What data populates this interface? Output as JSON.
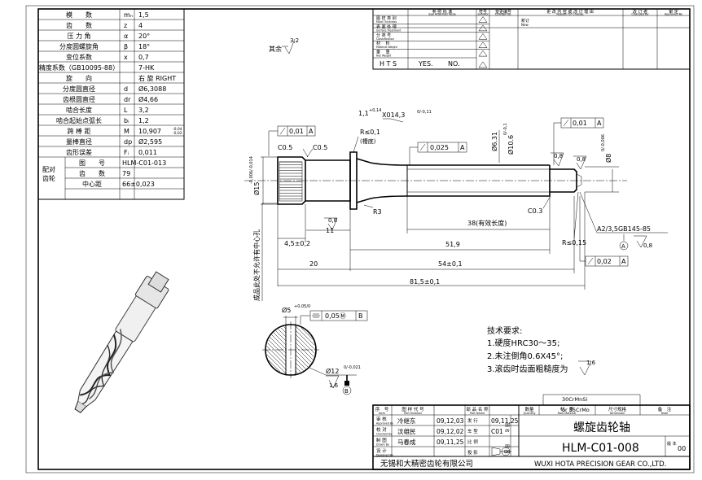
{
  "param_table": {
    "rows": [
      {
        "name": "模　　数",
        "sym": "mₙ",
        "val": "1,5"
      },
      {
        "name": "齿　　数",
        "sym": "z",
        "val": "4"
      },
      {
        "name": "压 力 角",
        "sym": "α",
        "val": "20°"
      },
      {
        "name": "分度圆螺旋角",
        "sym": "β",
        "val": "18°"
      },
      {
        "name": "变位系数",
        "sym": "x",
        "val": "0,7"
      },
      {
        "name": "精度系数（GB10095-88）",
        "sym": "",
        "val": "7-HK"
      },
      {
        "name": "旋　　向",
        "sym": "",
        "val": "右 旋 RIGHT"
      },
      {
        "name": "分度圆直径",
        "sym": "d",
        "val": "Ø6,3088"
      },
      {
        "name": "齿根圆直径",
        "sym": "dr",
        "val": "Ø4,66"
      },
      {
        "name": "啮合长度",
        "sym": "L",
        "val": "3,2"
      },
      {
        "name": "啮合起始点弧长",
        "sym": "bᵢ",
        "val": "1,2"
      },
      {
        "name": "跨 棒 距",
        "sym": "M",
        "val": "10,907"
      },
      {
        "name": "量棒直径",
        "sym": "dp",
        "val": "Ø2,595"
      },
      {
        "name": "齿形误差",
        "sym": "Fᵢ",
        "val": "0,011"
      }
    ],
    "mate_group": "配对齿轮",
    "mate_rows": [
      {
        "name": "图　　号",
        "val": "HLM-C01-013"
      },
      {
        "name": "齿　　数",
        "val": "79"
      },
      {
        "name": "中心距",
        "val": "66±0,023"
      }
    ],
    "m_tol_upper": "-0,04",
    "m_tol_lower": "-0,02"
  },
  "rev_table": {
    "rows": [
      {
        "label": "图 样 类 别",
        "en": "Mold Thickness"
      },
      {
        "label": "表 面 处 理",
        "en": "Surface Treatment"
      },
      {
        "label": "分 类 号",
        "en": "Classification"
      },
      {
        "label": "材 　料",
        "en": "Material Weight"
      },
      {
        "label": "重 　量",
        "en": "Net Weight"
      }
    ],
    "h1_cn": "参 照 标 准",
    "h1_en": "See Attached Table",
    "h2_cn": "符号",
    "h2_en": "Symbol",
    "h3_cn": "变更编号",
    "h3_en": "Change No.",
    "h4_cn": "更 改 内 容 或 改 订 理 由",
    "h4_en": "Reason for Change",
    "h5_cn": "改 订 者",
    "h5_en": "Changed By",
    "h6_cn": "审 定",
    "h6_en": "Approved By",
    "new_cn": "新订",
    "new_en": "New",
    "hts": "H T S",
    "yes": "YES.",
    "no": "NO."
  },
  "surface_note": "其余",
  "surface_val": "3,2",
  "dims": {
    "top_thread": "1,1",
    "top_thread_tol": "+0,14",
    "top_thread_b": "X014,3",
    "top_thread_b_tol": "0/-0,11",
    "gtol_left": "0,01",
    "gtol_left_ref": "A",
    "groove": "R≤0,1",
    "groove_note": "(槽底)",
    "c05a": "C0.5",
    "c05b": "C0.5",
    "gtol_mid": "0,025",
    "gtol_mid_ref": "A",
    "d631": "Ø6.31",
    "d109": "Ø10.6",
    "d109_tol": "0/-0,1",
    "gtol_right": "0,01",
    "gtol_right_ref": "A",
    "r08a": "0,8",
    "r08b": "0,8",
    "d8": "Ø8",
    "d8_tol": "0/-0,006",
    "d15": "Ø15",
    "d15_tol": "-0,006/-0,014",
    "r3": "R3",
    "r08c": "0,8",
    "len11": "11",
    "len38": "38(有效长度)",
    "c03": "C0.3",
    "center_hole": "A2/3,5GB145-85",
    "r015": "R≤0,15",
    "r08d": "0,8",
    "len45": "4,5±0,2",
    "len519": "51,9",
    "len20": "20",
    "len54": "54±0,1",
    "gtol_bottom": "0,02",
    "gtol_bottom_ref": "A",
    "len815": "81,5±0,1",
    "vert_note": "成品此处不允许有中心孔",
    "d5": "Ø5",
    "d5_tol": "+0,05/0",
    "sym_tol": "0,05Ⓜ",
    "sym_ref": "B",
    "d12": "Ø12",
    "d12_tol": "0/-0,021",
    "sec_rough": "1,6",
    "datum_b": "B",
    "datum_a": "A"
  },
  "tech": {
    "title": "技术要求:",
    "items": [
      "1.硬度HRC30～35;",
      "2.未注倒角0.6X45°;",
      "3.滚齿时齿面粗糙度为"
    ],
    "rough": "1,6"
  },
  "title_block": {
    "material_a": "30CrMnSi",
    "material_b": "or 35CrMo",
    "hdr": [
      {
        "cn": "序　号",
        "en": "Item"
      },
      {
        "cn": "图 样 代 号",
        "en": "Part Number"
      },
      {
        "cn": "部 品 名 称",
        "en": "Part Name"
      },
      {
        "cn": "数量",
        "en": "Quantity"
      },
      {
        "cn": "材　质",
        "en": "Raw Material"
      },
      {
        "cn": "尺寸规格",
        "en": "Dimension"
      },
      {
        "cn": "备　注",
        "en": "Note"
      }
    ],
    "people": [
      {
        "role": "审 核",
        "en": "Approved By",
        "name": "冷继东",
        "date": "09,12,03"
      },
      {
        "role": "校 对",
        "en": "Checked By",
        "name": "汶雄民",
        "date": "09,12,02"
      },
      {
        "role": "制 图",
        "en": "Drawn By",
        "name": "马春成",
        "date": "09,11,25"
      },
      {
        "role": "设 计",
        "en": "Designed By",
        "name": "",
        "date": ""
      }
    ],
    "issue_label": "发 行",
    "issue_date": "09,11,25",
    "model_label": "车 型",
    "model_val": "C01",
    "scale_label": "比 例",
    "proj_label": "投 影",
    "pic_label": "图 名",
    "pic_no_label": "图 号",
    "part_name": "螺旋齿轮轴",
    "drawing_no": "HLM-C01-008",
    "sheet_label": "版 本",
    "sheet_no": "00",
    "company_cn": "无锡和大精密齿轮有限公司",
    "company_en": "WUXI HOTA PRECISION GEAR CO.,LTD."
  }
}
